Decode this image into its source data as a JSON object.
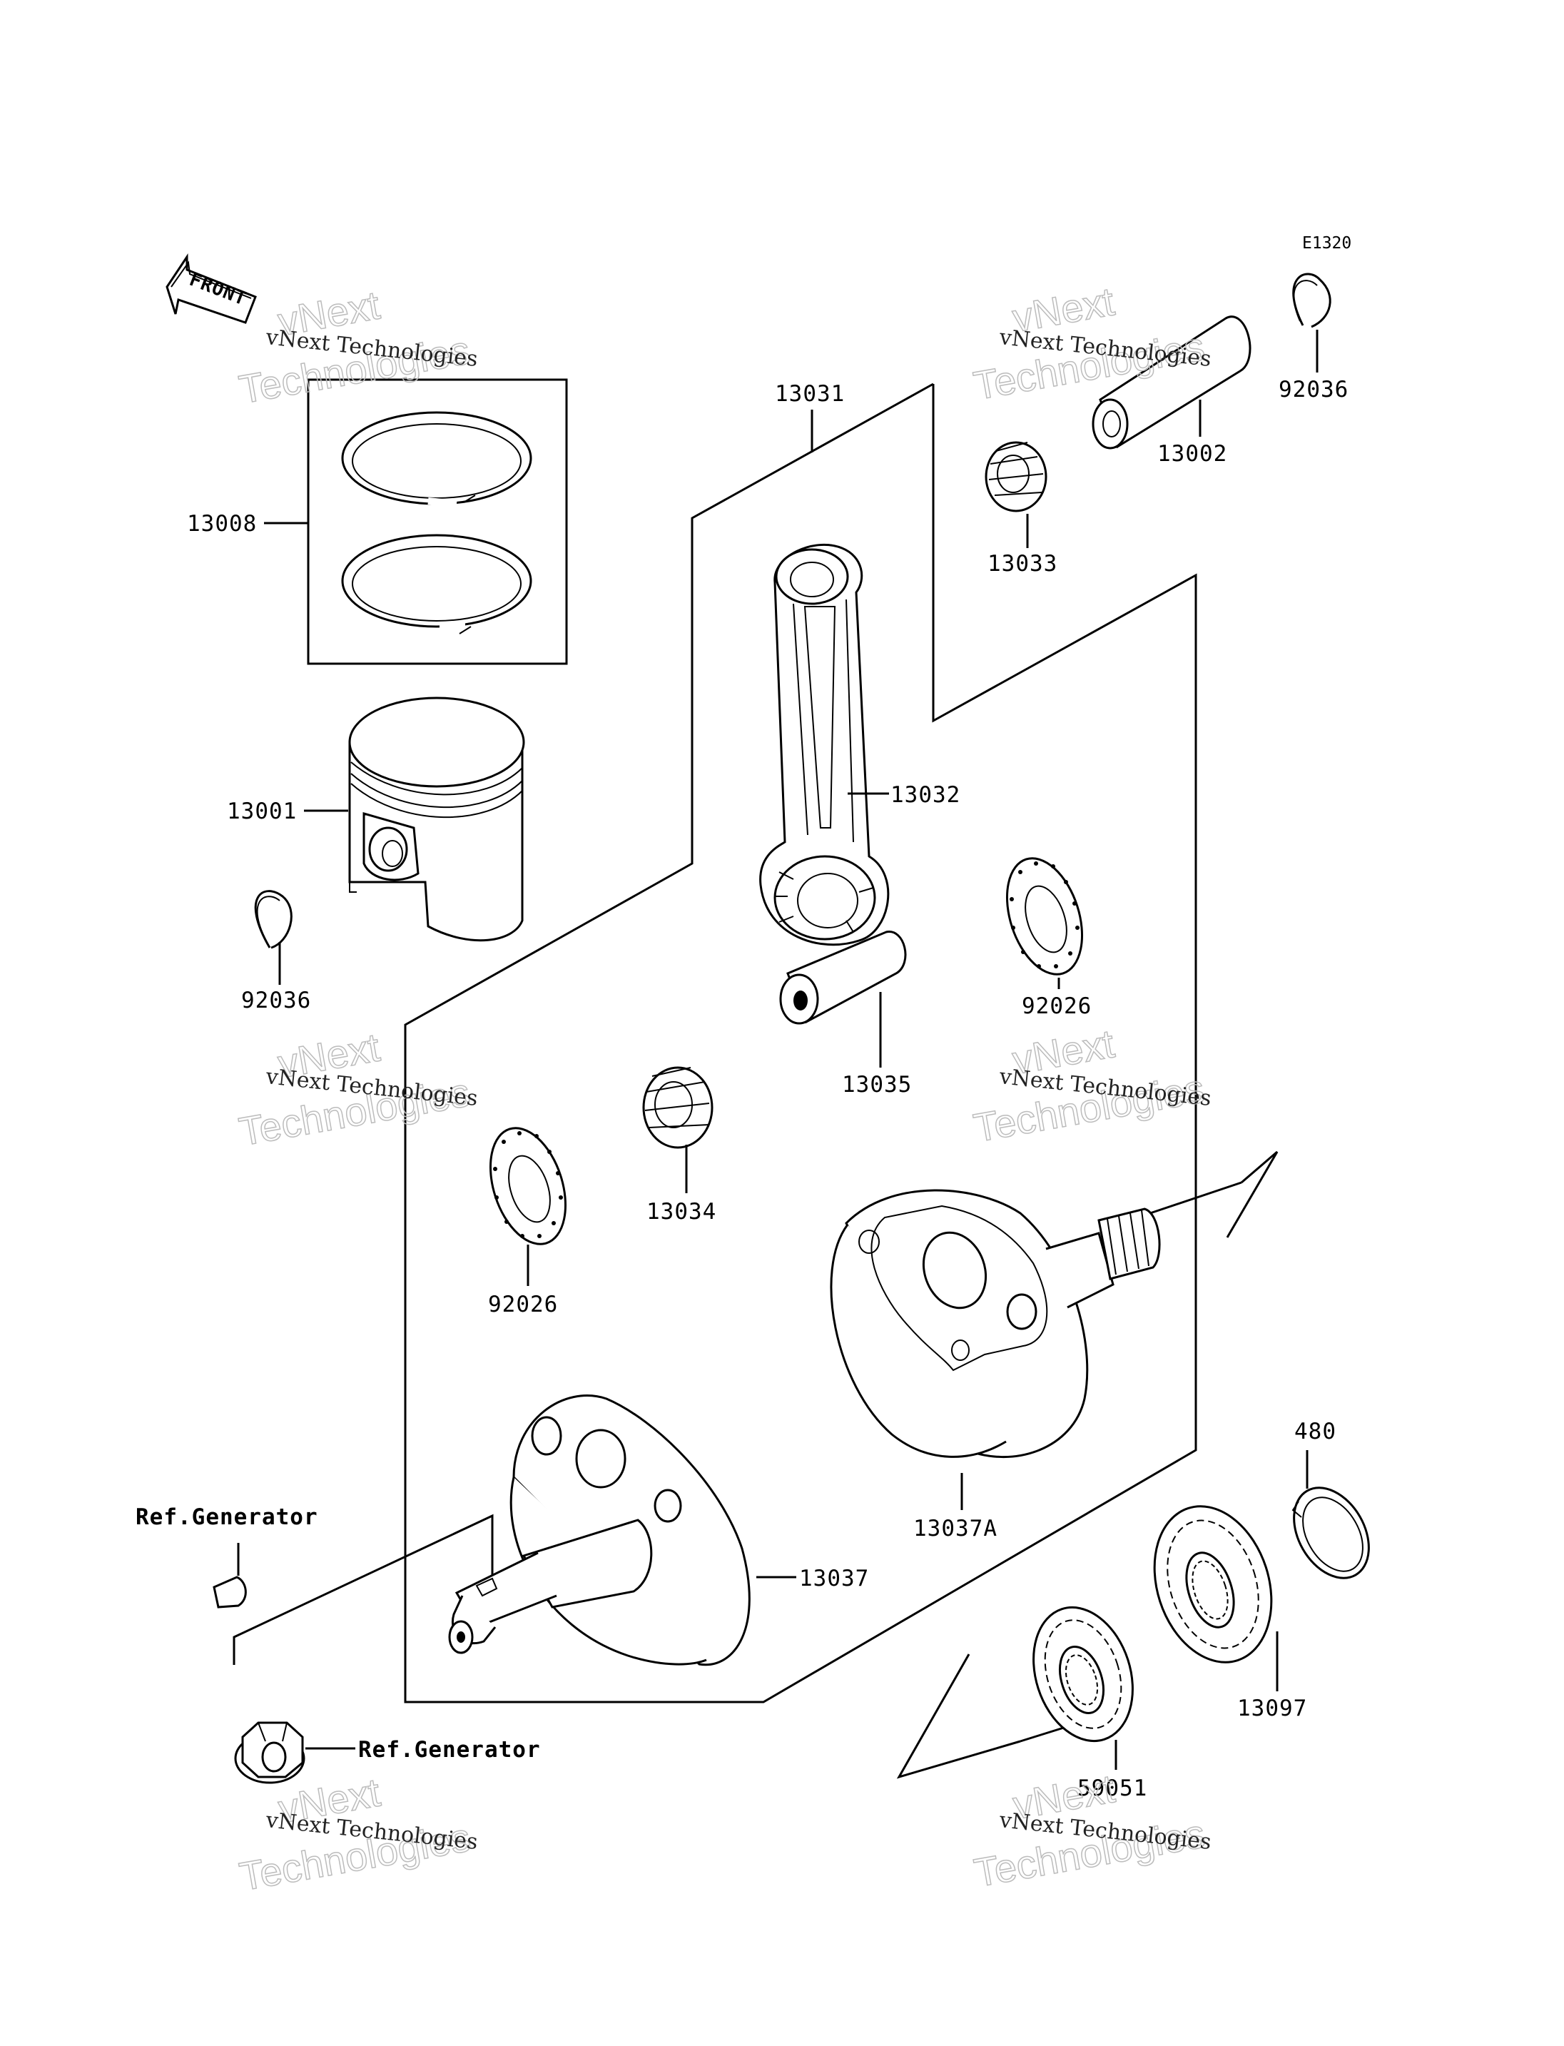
{
  "diagram_code": "E1320",
  "front_label": "FRONT",
  "watermark": {
    "line1": "vNext Technologies",
    "line2": "vNext",
    "line3": "Technologies"
  },
  "parts": {
    "p13001": "13001",
    "p13002": "13002",
    "p13008": "13008",
    "p13031": "13031",
    "p13032": "13032",
    "p13033": "13033",
    "p13034": "13034",
    "p13035": "13035",
    "p13037": "13037",
    "p13037A": "13037A",
    "p13097": "13097",
    "p59051": "59051",
    "p92026_a": "92026",
    "p92026_b": "92026",
    "p92036_a": "92036",
    "p92036_b": "92036",
    "p480": "480"
  },
  "refs": {
    "generator_top": "Ref.Generator",
    "generator_bottom": "Ref.Generator"
  }
}
